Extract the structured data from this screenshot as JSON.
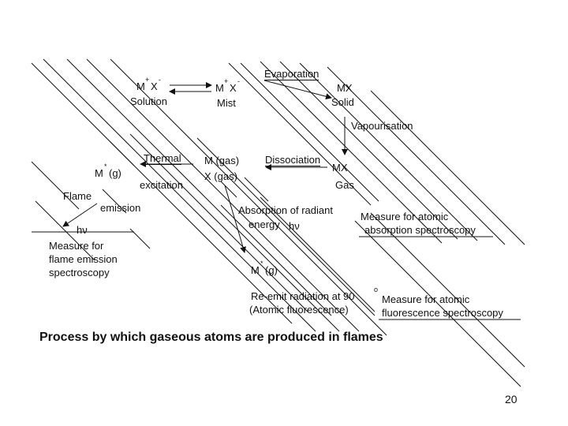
{
  "diagram": {
    "mx_solution": {
      "label": "M",
      "sup_plus": "+",
      "label2": "X",
      "sup_minus": "-",
      "name": "Solution"
    },
    "mx_mist": {
      "label": "M",
      "sup_plus": "+",
      "label2": "X",
      "sup_minus": "-",
      "name": "Mist"
    },
    "evaporation": "Evaporation",
    "mx_solid": {
      "formula": "MX",
      "name": "Solid"
    },
    "vapourisation": "Vapourisation",
    "excited_atom": {
      "label": "M",
      "sup": "*",
      "suffix": "(g)"
    },
    "thermal": "Thermal",
    "excitation": "excitation",
    "m_gas": "M (gas)",
    "x_gas": "X (gas)",
    "dissociation": "Dissociation",
    "mx_gas": {
      "formula": "MX",
      "name": "Gas"
    },
    "flame": "Flame",
    "emission": "emission",
    "hv_emission": "hν",
    "flame_measure": [
      "Measure for",
      "flame emission",
      "spectroscopy"
    ],
    "absorption": {
      "line1": "Absorption of radiant",
      "line2": "energy",
      "hv": "hν"
    },
    "absorption_measure": [
      "Measure for atomic",
      "absorption spectroscopy"
    ],
    "excited_atom2": {
      "label": "M",
      "sup": "*",
      "suffix": "(g)"
    },
    "reemit": {
      "line1": "Re-emit radiation at 90",
      "deg": "o",
      "line2": "(Atomic fluorescence)"
    },
    "fluorescence_measure": [
      "Measure for atomic",
      "fluorescence spectroscopy"
    ]
  },
  "caption": "Process by which gaseous atoms are produced in flames",
  "page_number": "20",
  "colors": {
    "ink": "#111111",
    "background": "#ffffff"
  }
}
